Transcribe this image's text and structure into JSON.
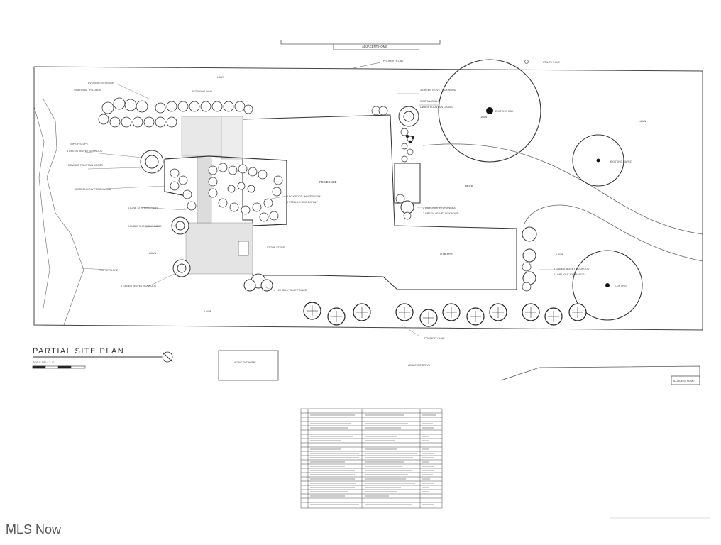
{
  "watermark": "MLS Now",
  "plan": {
    "title": "PARTIAL SITE PLAN",
    "labels": {
      "adjacent_home_top": "ADJACENT HOME",
      "property_line_top": "PROPERTY LINE",
      "utility_pole": "UTILITY POLE",
      "residence": "RESIDENCE",
      "deck": "DECK",
      "garage": "GARAGE",
      "lawn_1": "LAWN",
      "lawn_2": "LAWN",
      "lawn_3": "LAWN",
      "lawn_4": "LAWN",
      "lawn_5": "LAWN",
      "top_of_slope_1": "TOP OF SLOPE",
      "top_of_slope_2": "TOP OF SLOPE",
      "retaining_wall": "RETAINING WALL",
      "property_line_bottom": "PROPERTY LINE",
      "adjacent_home_bottom": "ADJACENT HOME",
      "adjacent drive": "ADJACENT DRIVE",
      "adjacent_home_right": "ADJACENT HOME"
    }
  }
}
